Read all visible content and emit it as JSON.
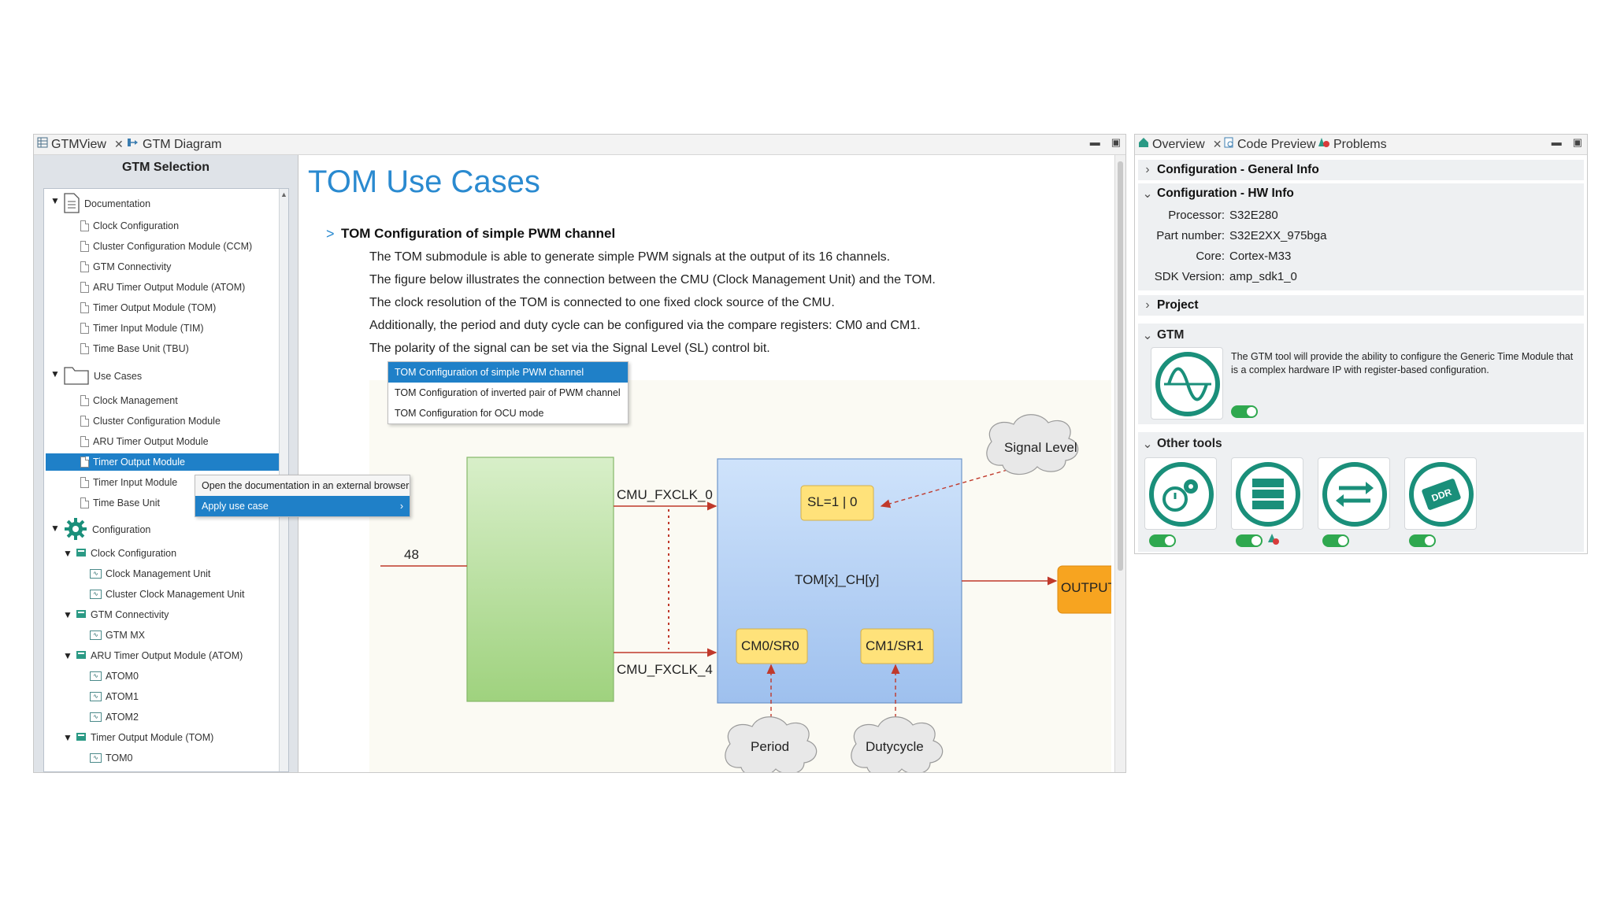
{
  "left_view": {
    "tabs": [
      {
        "label": "GTMView",
        "close": "✕",
        "icon": "gtm-view-icon"
      },
      {
        "label": "GTM Diagram",
        "icon": "gtm-diagram-icon"
      }
    ],
    "selection_panel": {
      "title": "GTM Selection",
      "tree": [
        {
          "label": "Documentation",
          "type": "folder",
          "icon": "document-icon"
        },
        {
          "label": "Clock Configuration",
          "type": "doc"
        },
        {
          "label": "Cluster Configuration Module (CCM)",
          "type": "doc"
        },
        {
          "label": "GTM Connectivity",
          "type": "doc"
        },
        {
          "label": "ARU Timer Output Module (ATOM)",
          "type": "doc"
        },
        {
          "label": "Timer Output Module (TOM)",
          "type": "doc"
        },
        {
          "label": "Timer Input Module (TIM)",
          "type": "doc"
        },
        {
          "label": "Time Base Unit (TBU)",
          "type": "doc"
        },
        {
          "label": "Use Cases",
          "type": "folder",
          "icon": "folder-icon"
        },
        {
          "label": "Clock Management",
          "type": "doc"
        },
        {
          "label": "Cluster Configuration Module",
          "type": "doc"
        },
        {
          "label": "ARU Timer Output Module",
          "type": "doc"
        },
        {
          "label": "Timer Output Module",
          "type": "doc",
          "selected": true
        },
        {
          "label": "Timer Input Module",
          "type": "doc"
        },
        {
          "label": "Time Base Unit",
          "type": "doc"
        },
        {
          "label": "Configuration",
          "type": "folder",
          "icon": "gear-icon"
        },
        {
          "label": "Clock Configuration",
          "type": "group"
        },
        {
          "label": "Clock Management Unit",
          "type": "leaf"
        },
        {
          "label": "Cluster Clock Management Unit",
          "type": "leaf"
        },
        {
          "label": "GTM Connectivity",
          "type": "group"
        },
        {
          "label": "GTM MX",
          "type": "leaf"
        },
        {
          "label": "ARU Timer Output Module (ATOM)",
          "type": "group"
        },
        {
          "label": "ATOM0",
          "type": "leaf"
        },
        {
          "label": "ATOM1",
          "type": "leaf"
        },
        {
          "label": "ATOM2",
          "type": "leaf"
        },
        {
          "label": "Timer Output Module (TOM)",
          "type": "group"
        },
        {
          "label": "TOM0",
          "type": "leaf"
        }
      ]
    },
    "context_menu": {
      "items": [
        "Open the documentation in an external browser",
        "Apply use case"
      ],
      "submenu_arrow": "›",
      "submenu": [
        "TOM Configuration of simple PWM channel",
        "TOM Configuration of inverted pair of PWM channel",
        "TOM Configuration for OCU mode"
      ]
    },
    "content": {
      "page_title": "TOM Use Cases",
      "section_chevron": ">",
      "section_title": "TOM Configuration of simple PWM channel",
      "paragraphs": [
        "The TOM submodule is able to generate simple PWM signals at the output of its 16 channels.",
        "The figure below illustrates the connection between the CMU (Clock Management Unit) and the TOM.",
        "The clock resolution of the TOM is connected to one fixed clock source of the CMU.",
        "Additionally, the period and duty cycle can be configured via the compare registers: CM0 and CM1.",
        "The polarity of the signal can be set via the Signal Level (SL) control bit."
      ],
      "diagram": {
        "signal_level": "Signal Level",
        "cmu_fxclk_0": "CMU_FXCLK_0",
        "cmu_fxclk_4": "CMU_FXCLK_4",
        "partial_label": "48",
        "sl_box": "SL=1 | 0",
        "tom_label": "TOM[x]_CH[y]",
        "cm0": "CM0/SR0",
        "cm1": "CM1/SR1",
        "output": "OUTPUT_",
        "period": "Period",
        "dutycycle": "Dutycycle"
      }
    }
  },
  "right_view": {
    "tabs": [
      {
        "label": "Overview",
        "close": "✕",
        "icon": "home-icon"
      },
      {
        "label": "Code Preview",
        "icon": "code-preview-icon"
      },
      {
        "label": "Problems",
        "icon": "problems-icon"
      }
    ],
    "sections": {
      "general_info": "Configuration - General Info",
      "hw_info": "Configuration - HW Info",
      "project": "Project",
      "gtm": "GTM",
      "other_tools": "Other tools"
    },
    "hw_info": [
      {
        "key": "Processor:",
        "value": "S32E280"
      },
      {
        "key": "Part number:",
        "value": "S32E2XX_975bga"
      },
      {
        "key": "Core:",
        "value": "Cortex-M33"
      },
      {
        "key": "SDK Version:",
        "value": "amp_sdk1_0"
      }
    ],
    "gtm_description": "The GTM tool will provide the ability to configure the Generic Time Module that is a complex hardware IP with register-based configuration.",
    "gtm_enabled": true,
    "other_tools": [
      {
        "icon": "clock-gear-icon",
        "enabled": true
      },
      {
        "icon": "stacked-rows-icon",
        "enabled": true,
        "warning": true
      },
      {
        "icon": "arrows-exchange-icon",
        "enabled": true
      },
      {
        "icon": "ddr-chip-icon",
        "enabled": true,
        "chip_text": "DDR"
      }
    ],
    "colors": {
      "accent": "#1f80c8",
      "toggle_on": "#2fa84f",
      "tool_green": "#1a8f7a"
    }
  }
}
